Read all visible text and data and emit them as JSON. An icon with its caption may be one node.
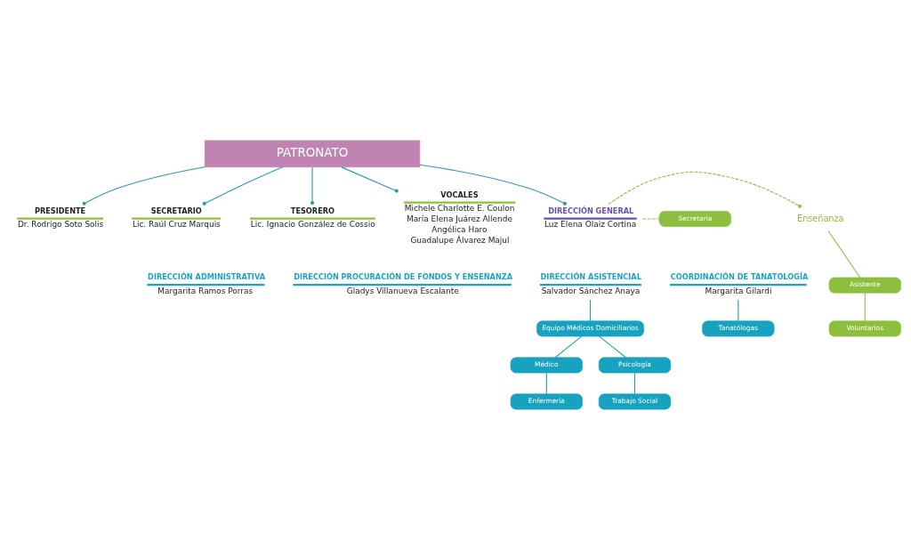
{
  "diagram": {
    "nodes": [
      {
        "text": [
          "PATRONATO"
        ]
      },
      {
        "text": [
          "PRESIDENTE",
          "Dr. Rodrigo Soto Solis"
        ]
      },
      {
        "text": [
          "SECRETARIO",
          "Lic. Raúl Cruz Marquis"
        ]
      },
      {
        "text": [
          "TESORERO",
          "Lic. Ignacio González de Cossio"
        ]
      },
      {
        "text": [
          "VOCALES",
          "Michele Charlotte E. Coulon",
          "María Elena Juárez Allende",
          "Angélica Haro",
          "Guadalupe Álvarez Majul"
        ]
      },
      {
        "text": [
          "DIRECCIÓN GENERAL",
          "Luz Elena Olaiz Cortina"
        ]
      },
      {
        "text": [
          "Enseñanza"
        ]
      },
      {
        "text": [
          "Asistente"
        ]
      },
      {
        "text": [
          "Voluntarios"
        ]
      },
      {
        "text": [
          "Secretaria"
        ]
      },
      {
        "text": [
          "DIRECCIÓN ADMINISTRATIVA",
          "Margarita Ramos Porras"
        ]
      },
      {
        "text": [
          "DIRECCIÓN PROCURACIÓN DE FONDOS Y ENSEÑANZA",
          "Gladys Villanueva Escalante"
        ]
      },
      {
        "text": [
          "DIRECCIÓN ASISTENCIAL",
          "Salvador Sánchez Anaya"
        ]
      },
      {
        "text": [
          "COORDINACIÓN DE TANATOLOGÍA",
          "Margarita Gilardi"
        ]
      },
      {
        "text": [
          "Equipo Médicos Domiciliarios"
        ]
      },
      {
        "text": [
          "Médico"
        ]
      },
      {
        "text": [
          "Psicología"
        ]
      },
      {
        "text": [
          "Enfermería"
        ]
      },
      {
        "text": [
          "Trabajo Social"
        ]
      },
      {
        "text": [
          "Tanatólogas"
        ]
      }
    ],
    "edges": [
      {
        "from": 0,
        "to": 1,
        "arrow": "other"
      },
      {
        "from": 0,
        "to": 2,
        "arrow": "other"
      },
      {
        "from": 0,
        "to": 5,
        "arrow": "other"
      },
      {
        "from": 0,
        "to": 3,
        "arrow": "other"
      },
      {
        "from": 0,
        "to": 4,
        "arrow": "other"
      },
      {
        "from": 5,
        "to": 6,
        "arrow": "other",
        "style": "dashed",
        "color": "#8dbf3f"
      },
      {
        "from": 6,
        "to": 7,
        "arrow": "none",
        "color": "#8dbf3f"
      },
      {
        "from": 7,
        "to": 8,
        "arrow": "none",
        "color": "#8dbf3f"
      },
      {
        "from": 5,
        "to": 9,
        "arrow": "none",
        "style": "dashed",
        "color": "#8dbf3f"
      },
      {
        "from": 12,
        "to": 14,
        "arrow": "none"
      },
      {
        "from": 14,
        "to": 15,
        "arrow": "none"
      },
      {
        "from": 14,
        "to": 16,
        "arrow": "none"
      },
      {
        "from": 15,
        "to": 17,
        "arrow": "none"
      },
      {
        "from": 16,
        "to": 18,
        "arrow": "none"
      },
      {
        "from": 13,
        "to": 19,
        "arrow": "none"
      }
    ]
  }
}
